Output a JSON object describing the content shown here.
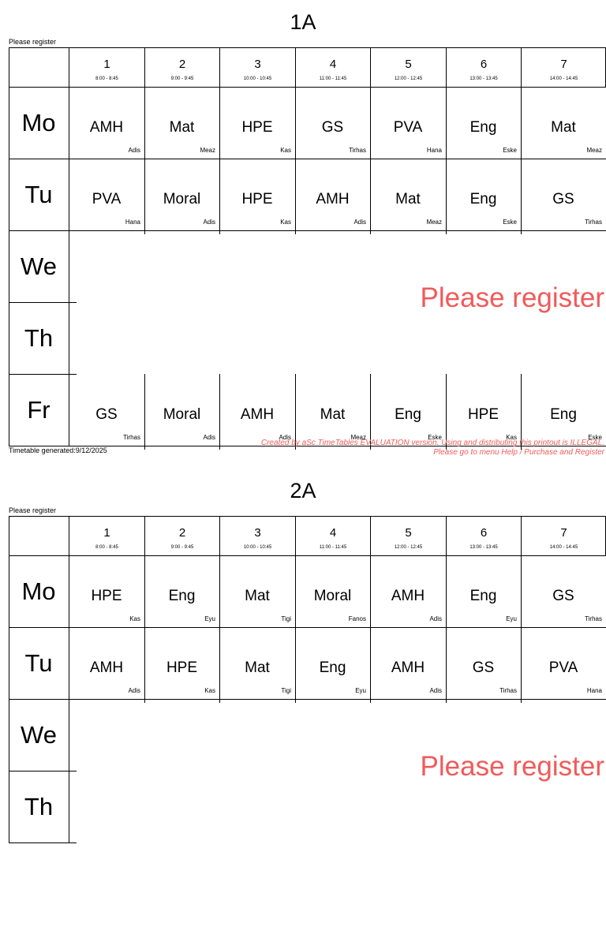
{
  "register_note": "Please register",
  "watermark": "Please register",
  "footer": {
    "generated": "Timetable generated:9/12/2025",
    "eval_line1": "Created by aSc TimeTables EVALUATION version. Using and distributing this printout is ILLEGAL.",
    "eval_line2": "Please go to menu Help / Purchase and Register"
  },
  "periods": [
    {
      "num": "1",
      "time": "8:00 - 8:45"
    },
    {
      "num": "2",
      "time": "9:00 - 9:45"
    },
    {
      "num": "3",
      "time": "10:00 - 10:45"
    },
    {
      "num": "4",
      "time": "11:00 - 11:45"
    },
    {
      "num": "5",
      "time": "12:00 - 12:45"
    },
    {
      "num": "6",
      "time": "13:00 - 13:45"
    },
    {
      "num": "7",
      "time": "14:00 - 14:45"
    }
  ],
  "timetables": [
    {
      "title": "1A",
      "days": [
        {
          "label": "Mo",
          "lessons": [
            {
              "subject": "AMH",
              "teacher": "Adis"
            },
            {
              "subject": "Mat",
              "teacher": "Meaz"
            },
            {
              "subject": "HPE",
              "teacher": "Kas"
            },
            {
              "subject": "GS",
              "teacher": "Tirhas"
            },
            {
              "subject": "PVA",
              "teacher": "Hana"
            },
            {
              "subject": "Eng",
              "teacher": "Eske"
            },
            {
              "subject": "Mat",
              "teacher": "Meaz"
            }
          ]
        },
        {
          "label": "Tu",
          "lessons": [
            {
              "subject": "PVA",
              "teacher": "Hana"
            },
            {
              "subject": "Moral",
              "teacher": "Adis"
            },
            {
              "subject": "HPE",
              "teacher": "Kas"
            },
            {
              "subject": "AMH",
              "teacher": "Adis"
            },
            {
              "subject": "Mat",
              "teacher": "Meaz"
            },
            {
              "subject": "Eng",
              "teacher": "Eske"
            },
            {
              "subject": "GS",
              "teacher": "Tirhas"
            }
          ]
        },
        {
          "label": "We",
          "lessons": []
        },
        {
          "label": "Th",
          "lessons": []
        },
        {
          "label": "Fr",
          "lessons": [
            {
              "subject": "GS",
              "teacher": "Tirhas"
            },
            {
              "subject": "Moral",
              "teacher": "Adis"
            },
            {
              "subject": "AMH",
              "teacher": "Adis"
            },
            {
              "subject": "Mat",
              "teacher": "Meaz"
            },
            {
              "subject": "Eng",
              "teacher": "Eske"
            },
            {
              "subject": "HPE",
              "teacher": "Kas"
            },
            {
              "subject": "Eng",
              "teacher": "Eske"
            }
          ]
        }
      ]
    },
    {
      "title": "2A",
      "days": [
        {
          "label": "Mo",
          "lessons": [
            {
              "subject": "HPE",
              "teacher": "Kas"
            },
            {
              "subject": "Eng",
              "teacher": "Eyu"
            },
            {
              "subject": "Mat",
              "teacher": "Tigi"
            },
            {
              "subject": "Moral",
              "teacher": "Fanos"
            },
            {
              "subject": "AMH",
              "teacher": "Adis"
            },
            {
              "subject": "Eng",
              "teacher": "Eyu"
            },
            {
              "subject": "GS",
              "teacher": "Tirhas"
            }
          ]
        },
        {
          "label": "Tu",
          "lessons": [
            {
              "subject": "AMH",
              "teacher": "Adis"
            },
            {
              "subject": "HPE",
              "teacher": "Kas"
            },
            {
              "subject": "Mat",
              "teacher": "Tigi"
            },
            {
              "subject": "Eng",
              "teacher": "Eyu"
            },
            {
              "subject": "AMH",
              "teacher": "Adis"
            },
            {
              "subject": "GS",
              "teacher": "Tirhas"
            },
            {
              "subject": "PVA",
              "teacher": "Hana"
            }
          ]
        },
        {
          "label": "We",
          "lessons": []
        },
        {
          "label": "Th",
          "lessons": []
        }
      ]
    }
  ]
}
